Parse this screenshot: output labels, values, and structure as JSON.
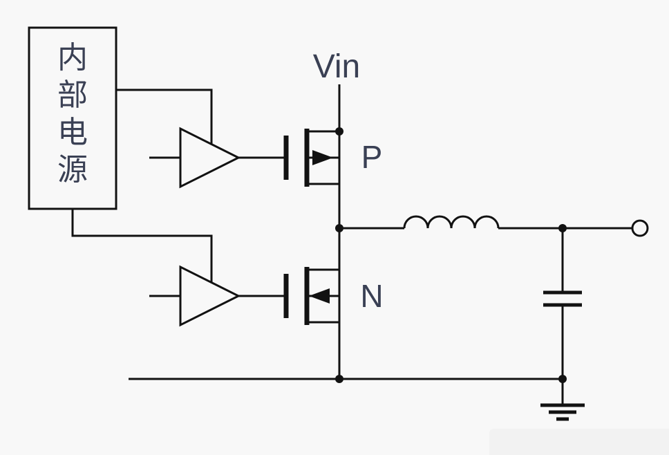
{
  "diagram_title": "synchronous-buck-converter-schematic",
  "colors": {
    "background": "#f8f8f8",
    "line": "#121212",
    "text": "#3a4054"
  },
  "power_box": {
    "label": "内部电源",
    "chars": [
      "内",
      "部",
      "电",
      "源"
    ]
  },
  "labels": {
    "vin": "Vin",
    "pmos": "P",
    "nmos": "N"
  },
  "components": {
    "gate_drivers": "buffer-triangle x2",
    "inductor": "4-turn coil",
    "capacitor": "output capacitor to ground",
    "ground": "earth-ground symbol",
    "output": "open-circle terminal"
  }
}
